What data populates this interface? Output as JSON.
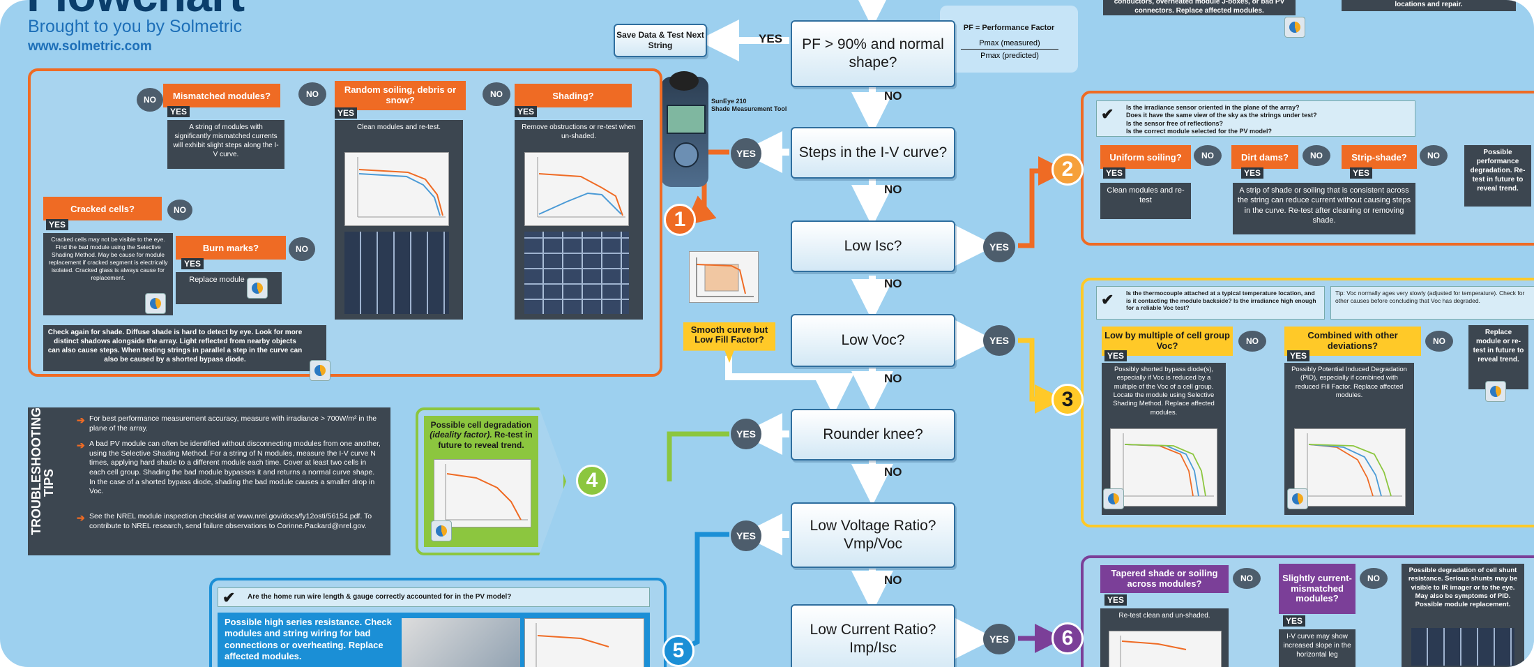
{
  "header": {
    "title": "Flowchart",
    "subtitle": "Brought to you by Solmetric",
    "url": "www.solmetric.com"
  },
  "labels": {
    "yes": "YES",
    "no": "NO"
  },
  "pf_box": {
    "definition": "PF = Performance Factor",
    "numerator": "Pmax (measured)",
    "denominator": "Pmax (predicted)"
  },
  "top_right": {
    "text1": "conductors, overheated module J-boxes, or bad PV connectors. Replace affected modules.",
    "text2": "locations and repair."
  },
  "main_flow": {
    "save": "Save Data & Test Next String",
    "q1": "PF > 90% and normal shape?",
    "q2": "Steps in the I-V curve?",
    "q3": "Low Isc?",
    "q4": "Low Voc?",
    "q5": "Rounder knee?",
    "q6": "Low Voltage Ratio? Vmp/Voc",
    "q7": "Low Current Ratio? Imp/Isc"
  },
  "device": {
    "name": "SunEye 210",
    "caption": "Shade Measurement Tool"
  },
  "smooth_curve": "Smooth curve but Low Fill Factor?",
  "section1": {
    "number": "1",
    "shading_q": "Shading?",
    "shading_a": "Remove obstructions or re-test when un-shaded.",
    "soiling_q": "Random soiling, debris or snow?",
    "soiling_a": "Clean modules and re-test.",
    "mismatch_q": "Mismatched modules?",
    "mismatch_a": "A string of modules with significantly mismatched currents will exhibit slight steps along the I-V curve.",
    "cracked_q": "Cracked cells?",
    "cracked_a": "Cracked cells may not be visible to the eye. Find the bad module using the Selective Shading Method. May be cause for module replacement if cracked segment is electrically isolated. Cracked glass is always cause for replacement.",
    "burn_q": "Burn marks?",
    "burn_a": "Replace module",
    "final": "Check again for shade. Diffuse shade is hard to detect by eye. Look for more distinct shadows alongside the array. Light reflected from nearby objects can also cause steps. When testing strings in parallel a step in the curve can also be caused by a shorted bypass diode."
  },
  "section2": {
    "number": "2",
    "checklist": [
      "Is the irradiance sensor oriented in the plane of the array?",
      "Does it have the same view of the sky as the strings under test?",
      "Is the sensor free of reflections?",
      "Is the correct module selected for the PV model?"
    ],
    "uniform_q": "Uniform soiling?",
    "uniform_a": "Clean modules and re-test",
    "dirt_q": "Dirt dams?",
    "dirt_a": "A strip of shade or soiling that is consistent across the string can reduce current without causing steps in the curve. Re-test after cleaning or removing shade.",
    "strip_q": "Strip-shade?",
    "final": "Possible performance degradation. Re-test in future to reveal trend."
  },
  "section3": {
    "number": "3",
    "checklist": "Is the thermocouple attached at a typical temperature location, and is it contacting the module backside? Is the irradiance high enough for a reliable Voc test?",
    "tip": "Tip: Voc normally ages very slowly (adjusted for temperature). Check for other causes before concluding that Voc has degraded.",
    "lowby_q": "Low by multiple of cell group Voc?",
    "lowby_a": "Possibly shorted bypass diode(s), especially if Voc is reduced by a multiple of the Voc of a cell group. Locate the module using Selective Shading Method. Replace affected modules.",
    "combined_q": "Combined with other deviations?",
    "combined_a": "Possibly Potential Induced Degradation (PID), especially if combined with reduced Fill Factor. Replace affected modules.",
    "final": "Replace module or re-test in future to reveal trend."
  },
  "section4": {
    "number": "4",
    "title": "Possible cell degradation",
    "ideality": "(ideality factor).",
    "text": "Re-test in future to reveal trend."
  },
  "section5": {
    "number": "5",
    "checklist": "Are the home run wire length & gauge correctly accounted for in the PV model?",
    "text": "Possible high series resistance. Check modules and string wiring for bad connections or overheating. Replace affected modules."
  },
  "section6": {
    "number": "6",
    "tapered_q": "Tapered shade or soiling across modules?",
    "tapered_a": "Re-test clean and un-shaded.",
    "slightly_q": "Slightly current-mismatched modules?",
    "slightly_a": "I-V curve may show increased slope in the horizontal leg",
    "final": "Possible degradation of cell shunt resistance. Serious shunts may be visible to IR imager or to the eye. May also be symptoms of PID. Possible module replacement."
  },
  "tips": {
    "title": "TROUBLESHOOTING TIPS",
    "items": [
      "For best performance measurement accuracy, measure with irradiance > 700W/m² in the plane of the array.",
      "A bad PV module can often be identified without disconnecting modules from one another, using the Selective Shading Method. For a string of N modules, measure the I-V curve N times, applying hard shade to a different module each time. Cover at least two cells in each cell group. Shading the bad module bypasses it and returns a normal curve shape. In the case of a shorted bypass diode, shading the bad module causes a smaller drop in Voc.",
      "See the NREL module inspection checklist at www.nrel.gov/docs/fy12osti/56154.pdf. To contribute to NREL research, send failure observations to Corinne.Packard@nrel.gov."
    ]
  },
  "colors": {
    "background": "#9dd0ef",
    "orange": "#ef6b24",
    "yellow": "#ffc928",
    "green": "#8cc63f",
    "blue": "#1b8fd6",
    "purple": "#7b3f98",
    "dark": "#3c4650"
  }
}
